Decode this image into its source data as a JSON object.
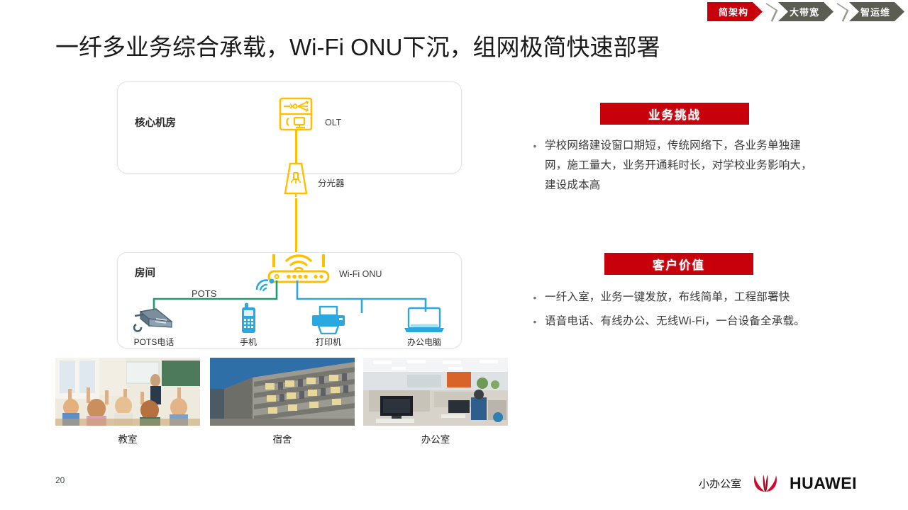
{
  "ribbon": {
    "items": [
      {
        "label": "简架构",
        "active": true
      },
      {
        "label": "大带宽",
        "active": false
      },
      {
        "label": "智运维",
        "active": false
      }
    ]
  },
  "title": "一纤多业务综合承载，Wi-Fi ONU下沉，组网极简快速部署",
  "diagram": {
    "core_room_label": "核心机房",
    "room_label": "房间",
    "olt_label": "OLT",
    "splitter_label": "分光器",
    "onu_label": "Wi-Fi ONU",
    "pots_link_label": "POTS",
    "devices": [
      {
        "icon": "desk-phone-icon",
        "caption": "POTS电话"
      },
      {
        "icon": "mobile-phone-icon",
        "caption": "手机"
      },
      {
        "icon": "printer-icon",
        "caption": "打印机"
      },
      {
        "icon": "laptop-icon",
        "caption": "办公电脑"
      }
    ],
    "colors": {
      "fiber": "#ffbf00",
      "pots": "#1b9e6e",
      "lan": "#2aa8e0",
      "device": "#2aa8e0"
    }
  },
  "panels": [
    {
      "banner": "业务挑战",
      "bullets": [
        "学校网络建设窗口期短，传统网络下，各业务单独建网，施工量大，业务开通耗时长，对学校业务影响大，建设成本高"
      ]
    },
    {
      "banner": "客户价值",
      "bullets": [
        "一纤入室，业务一键发放，布线简单，工程部署快",
        "语音电话、有线办公、无线Wi-Fi，一台设备全承载。"
      ]
    }
  ],
  "photos": [
    {
      "caption": "教室",
      "alt": "classroom-photo"
    },
    {
      "caption": "宿舍",
      "alt": "dormitory-photo"
    },
    {
      "caption": "办公室",
      "alt": "office-photo"
    }
  ],
  "footer": {
    "page_number": "20",
    "tagline": "小办公室",
    "brand": "HUAWEI"
  },
  "accent_colors": {
    "red": "#c7000b",
    "gray": "#5b5c52",
    "yellow": "#ffbf00"
  }
}
